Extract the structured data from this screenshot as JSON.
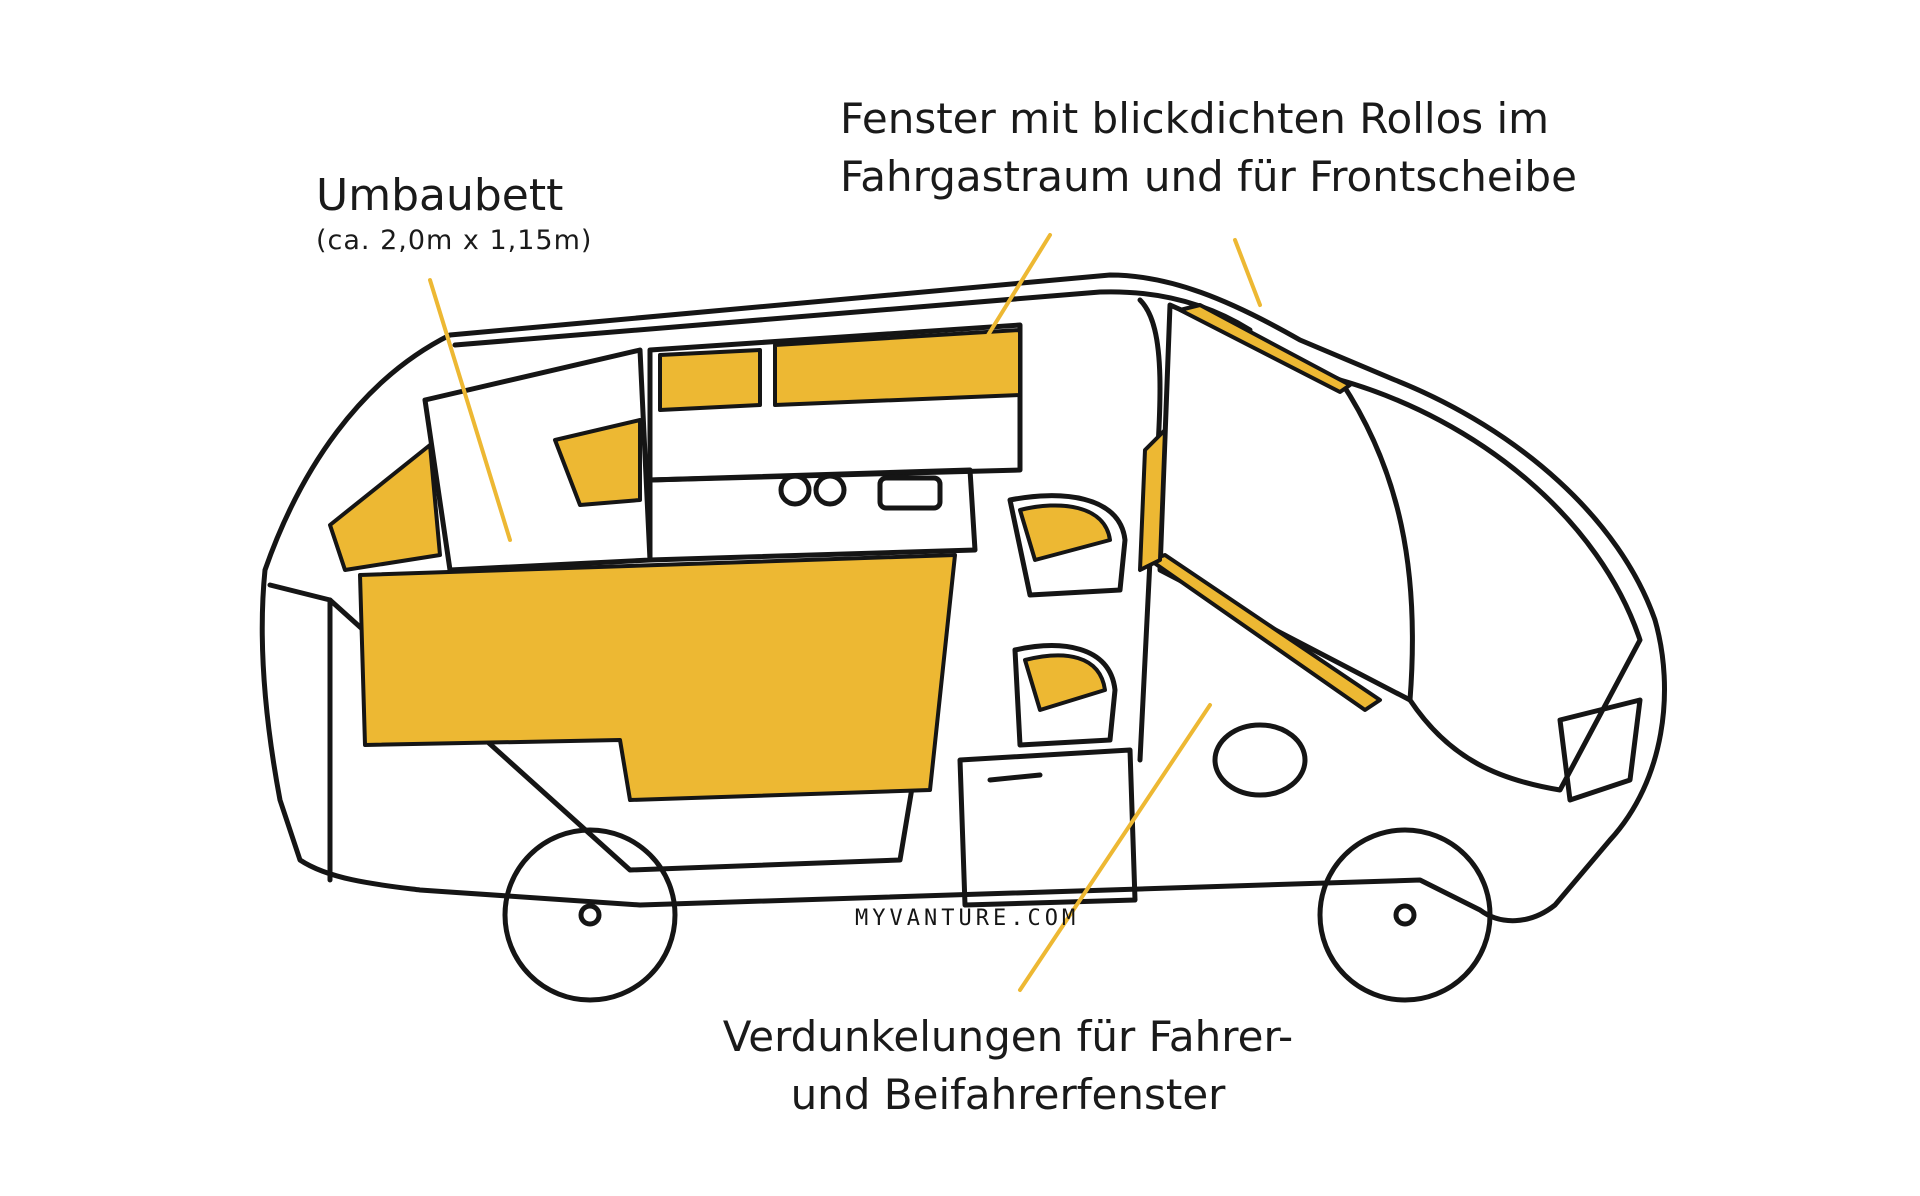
{
  "labels": {
    "bed_title": "Umbaubett",
    "bed_size": "(ca. 2,0m x 1,15m)",
    "windows_line1": "Fenster mit blickdichten Rollos im",
    "windows_line2": "Fahrgastraum und für Frontscheibe",
    "darkening_line1": "Verdunkelungen für Fahrer-",
    "darkening_line2": "und Beifahrerfenster"
  },
  "logo_text": "MYVANTURE.COM",
  "colors": {
    "highlight": "#EDB833",
    "outline": "#151515",
    "background": "#ffffff"
  }
}
